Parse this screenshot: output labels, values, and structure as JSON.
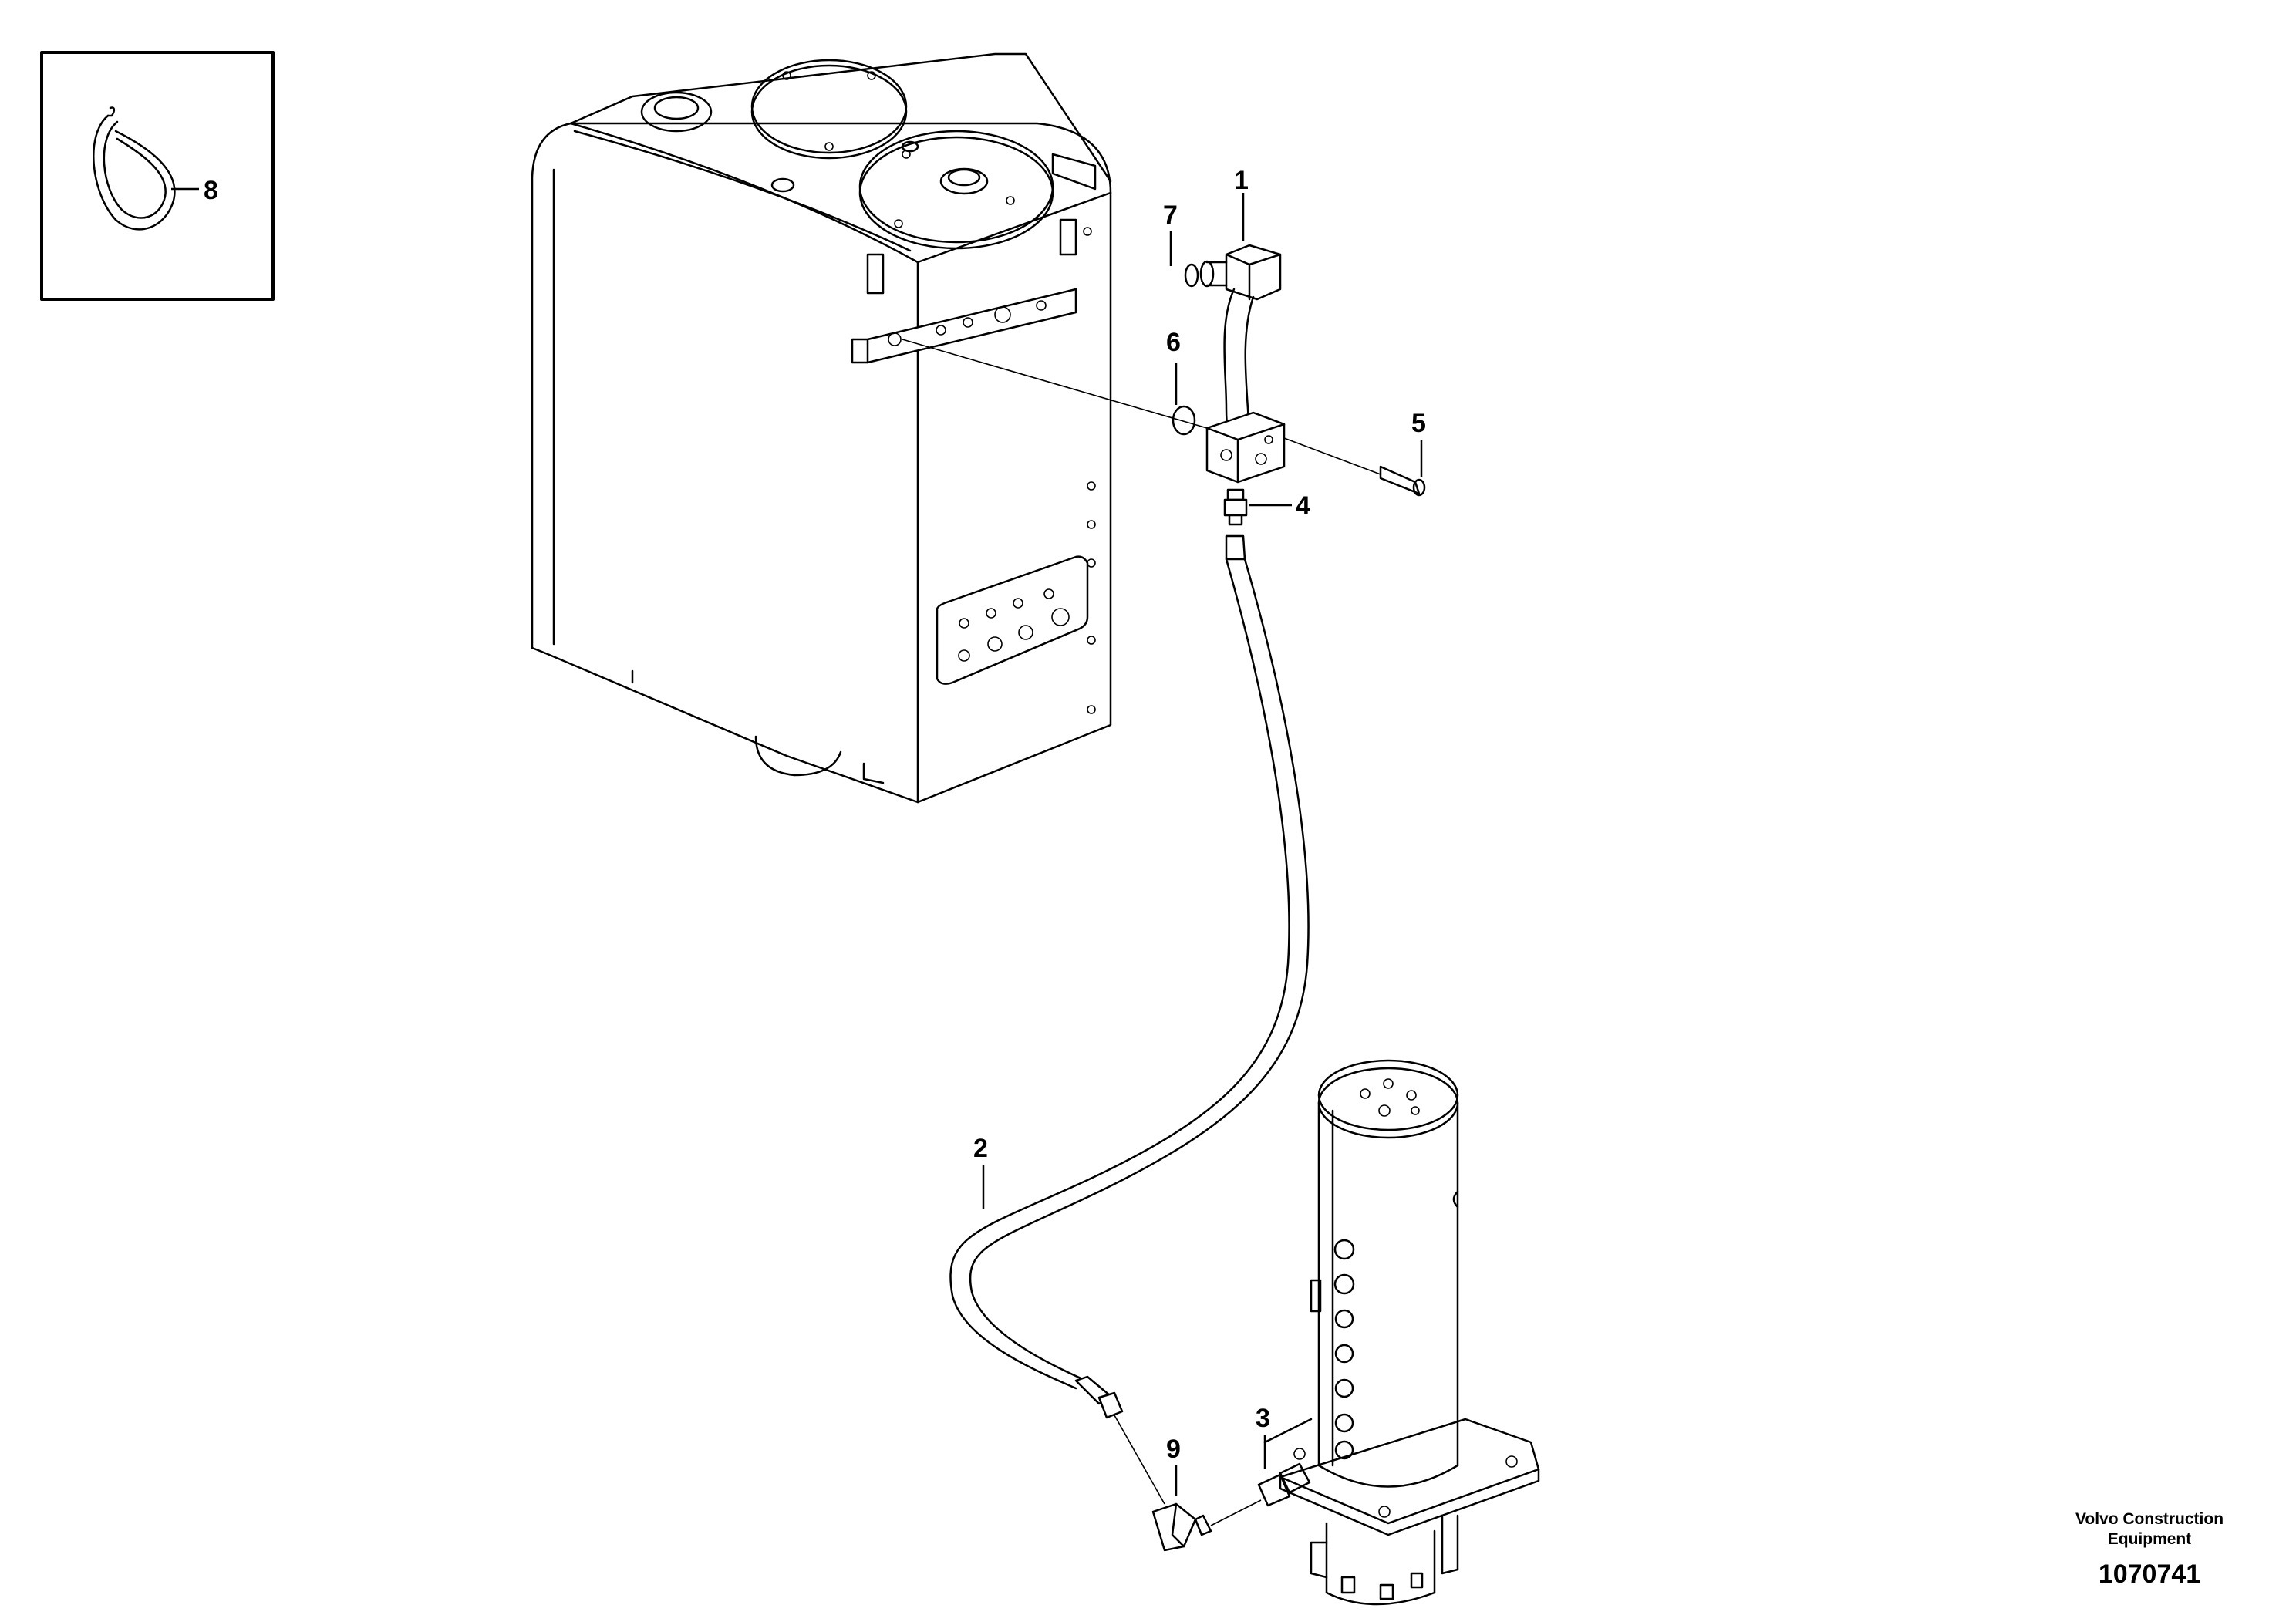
{
  "callouts": {
    "c1": "1",
    "c2": "2",
    "c3": "3",
    "c4": "4",
    "c5": "5",
    "c6": "6",
    "c7": "7",
    "c8": "8",
    "c9": "9"
  },
  "footer": {
    "brand_line1": "Volvo Construction",
    "brand_line2": "Equipment",
    "doc_number": "1070741"
  }
}
